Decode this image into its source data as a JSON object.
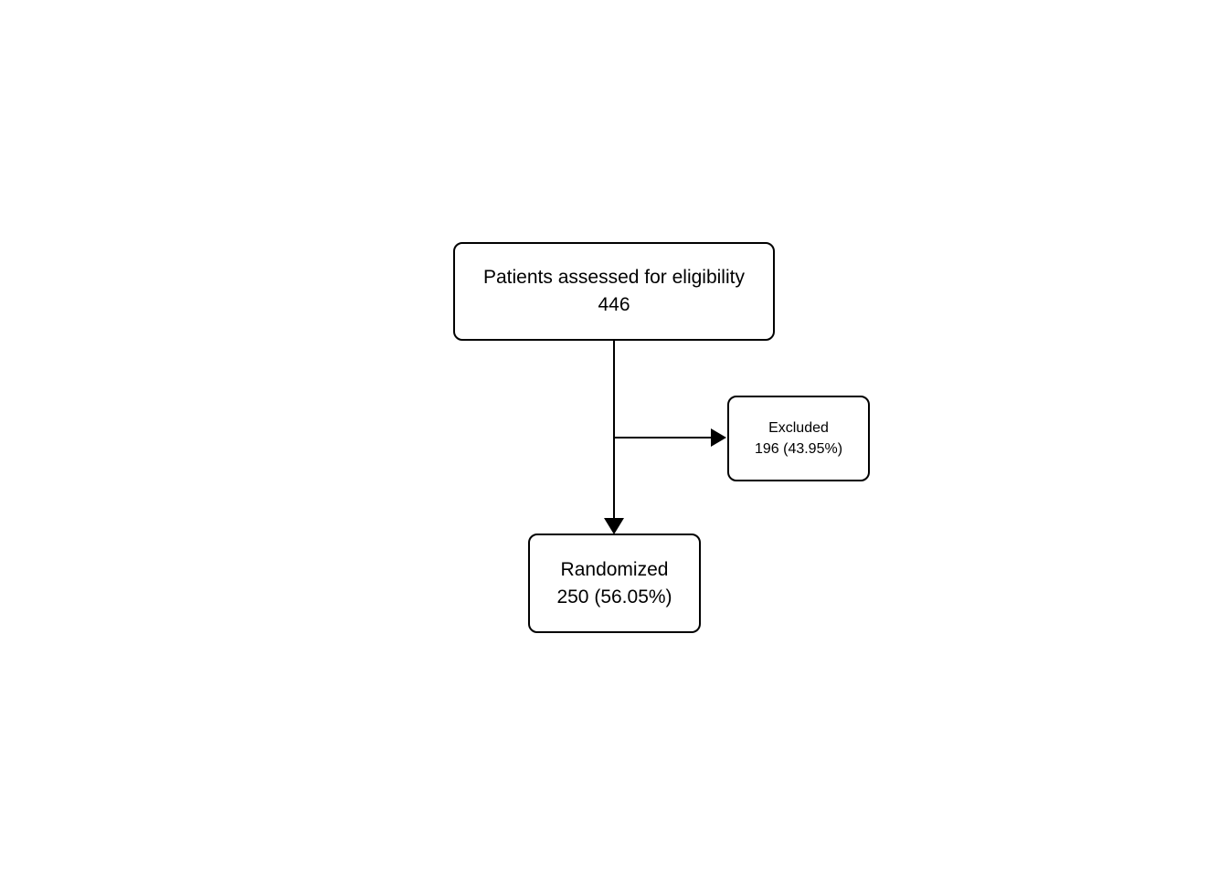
{
  "diagram": {
    "type": "flowchart-consort",
    "nodes": {
      "assessed": {
        "label": "Patients assessed for eligibility",
        "count": "446"
      },
      "excluded": {
        "label": "Excluded",
        "count": "196 (43.95%)"
      },
      "randomized": {
        "label": "Randomized",
        "count": "250 (56.05%)"
      }
    },
    "edges": [
      {
        "from": "assessed",
        "to": "excluded",
        "direction": "right",
        "arrowhead": "filled-triangle"
      },
      {
        "from": "assessed",
        "to": "randomized",
        "direction": "down",
        "arrowhead": "filled-triangle"
      }
    ],
    "colors": {
      "background": "#ffffff",
      "box_fill": "#ffffff",
      "box_border": "#000000",
      "text": "#000000",
      "arrow": "#000000"
    }
  }
}
